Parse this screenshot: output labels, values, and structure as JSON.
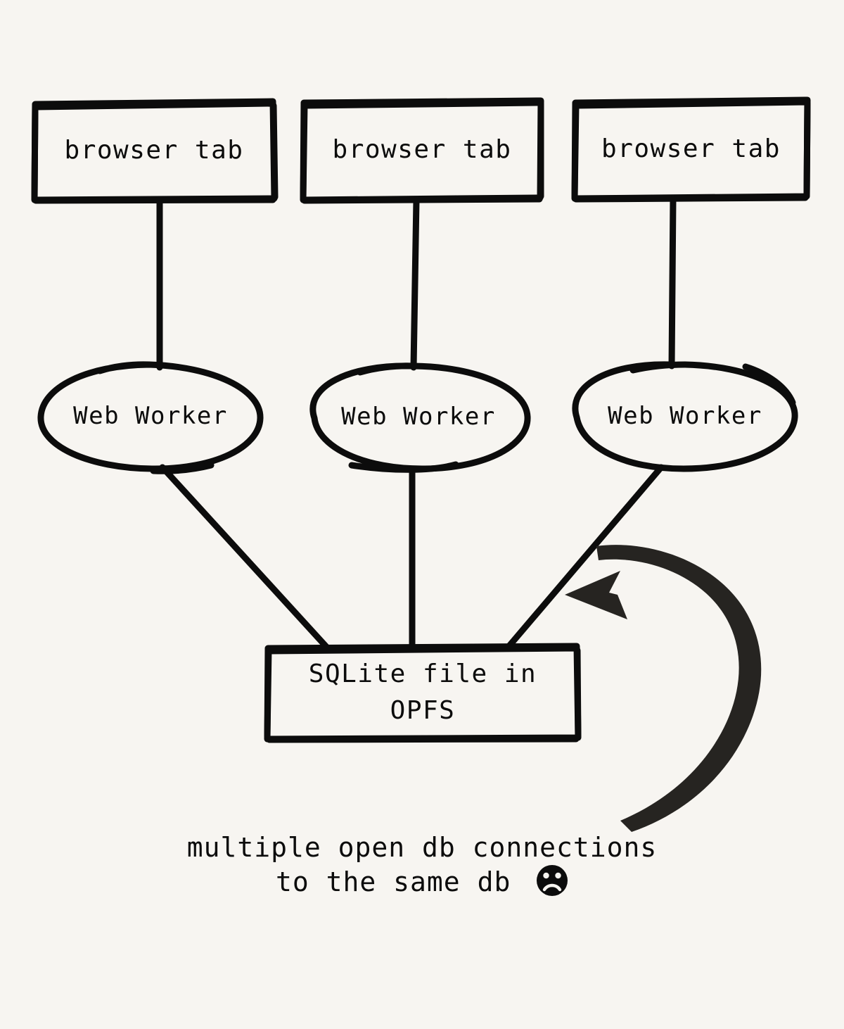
{
  "diagram": {
    "title": "multiple open db connections to the same db",
    "background_color": "#f7f5f1",
    "stroke_color": "#0c0c0c",
    "arrow_color": "#262421",
    "nodes": {
      "tabs": [
        {
          "label": "browser tab"
        },
        {
          "label": "browser tab"
        },
        {
          "label": "browser tab"
        }
      ],
      "workers": [
        {
          "label": "Web Worker"
        },
        {
          "label": "Web Worker"
        },
        {
          "label": "Web Worker"
        }
      ],
      "store": {
        "label": "SQLite file in\nOPFS"
      }
    },
    "caption": {
      "line1": "multiple open db connections",
      "line2": "to the same db",
      "emoji": "frowning-face"
    },
    "edges": [
      {
        "from": "browser tab 1",
        "to": "Web Worker 1"
      },
      {
        "from": "browser tab 2",
        "to": "Web Worker 2"
      },
      {
        "from": "browser tab 3",
        "to": "Web Worker 3"
      },
      {
        "from": "Web Worker 1",
        "to": "SQLite file in OPFS"
      },
      {
        "from": "Web Worker 2",
        "to": "SQLite file in OPFS"
      },
      {
        "from": "Web Worker 3",
        "to": "SQLite file in OPFS"
      },
      {
        "from": "caption",
        "to": "Web Worker 3 connection",
        "style": "curved-arrow"
      }
    ]
  }
}
